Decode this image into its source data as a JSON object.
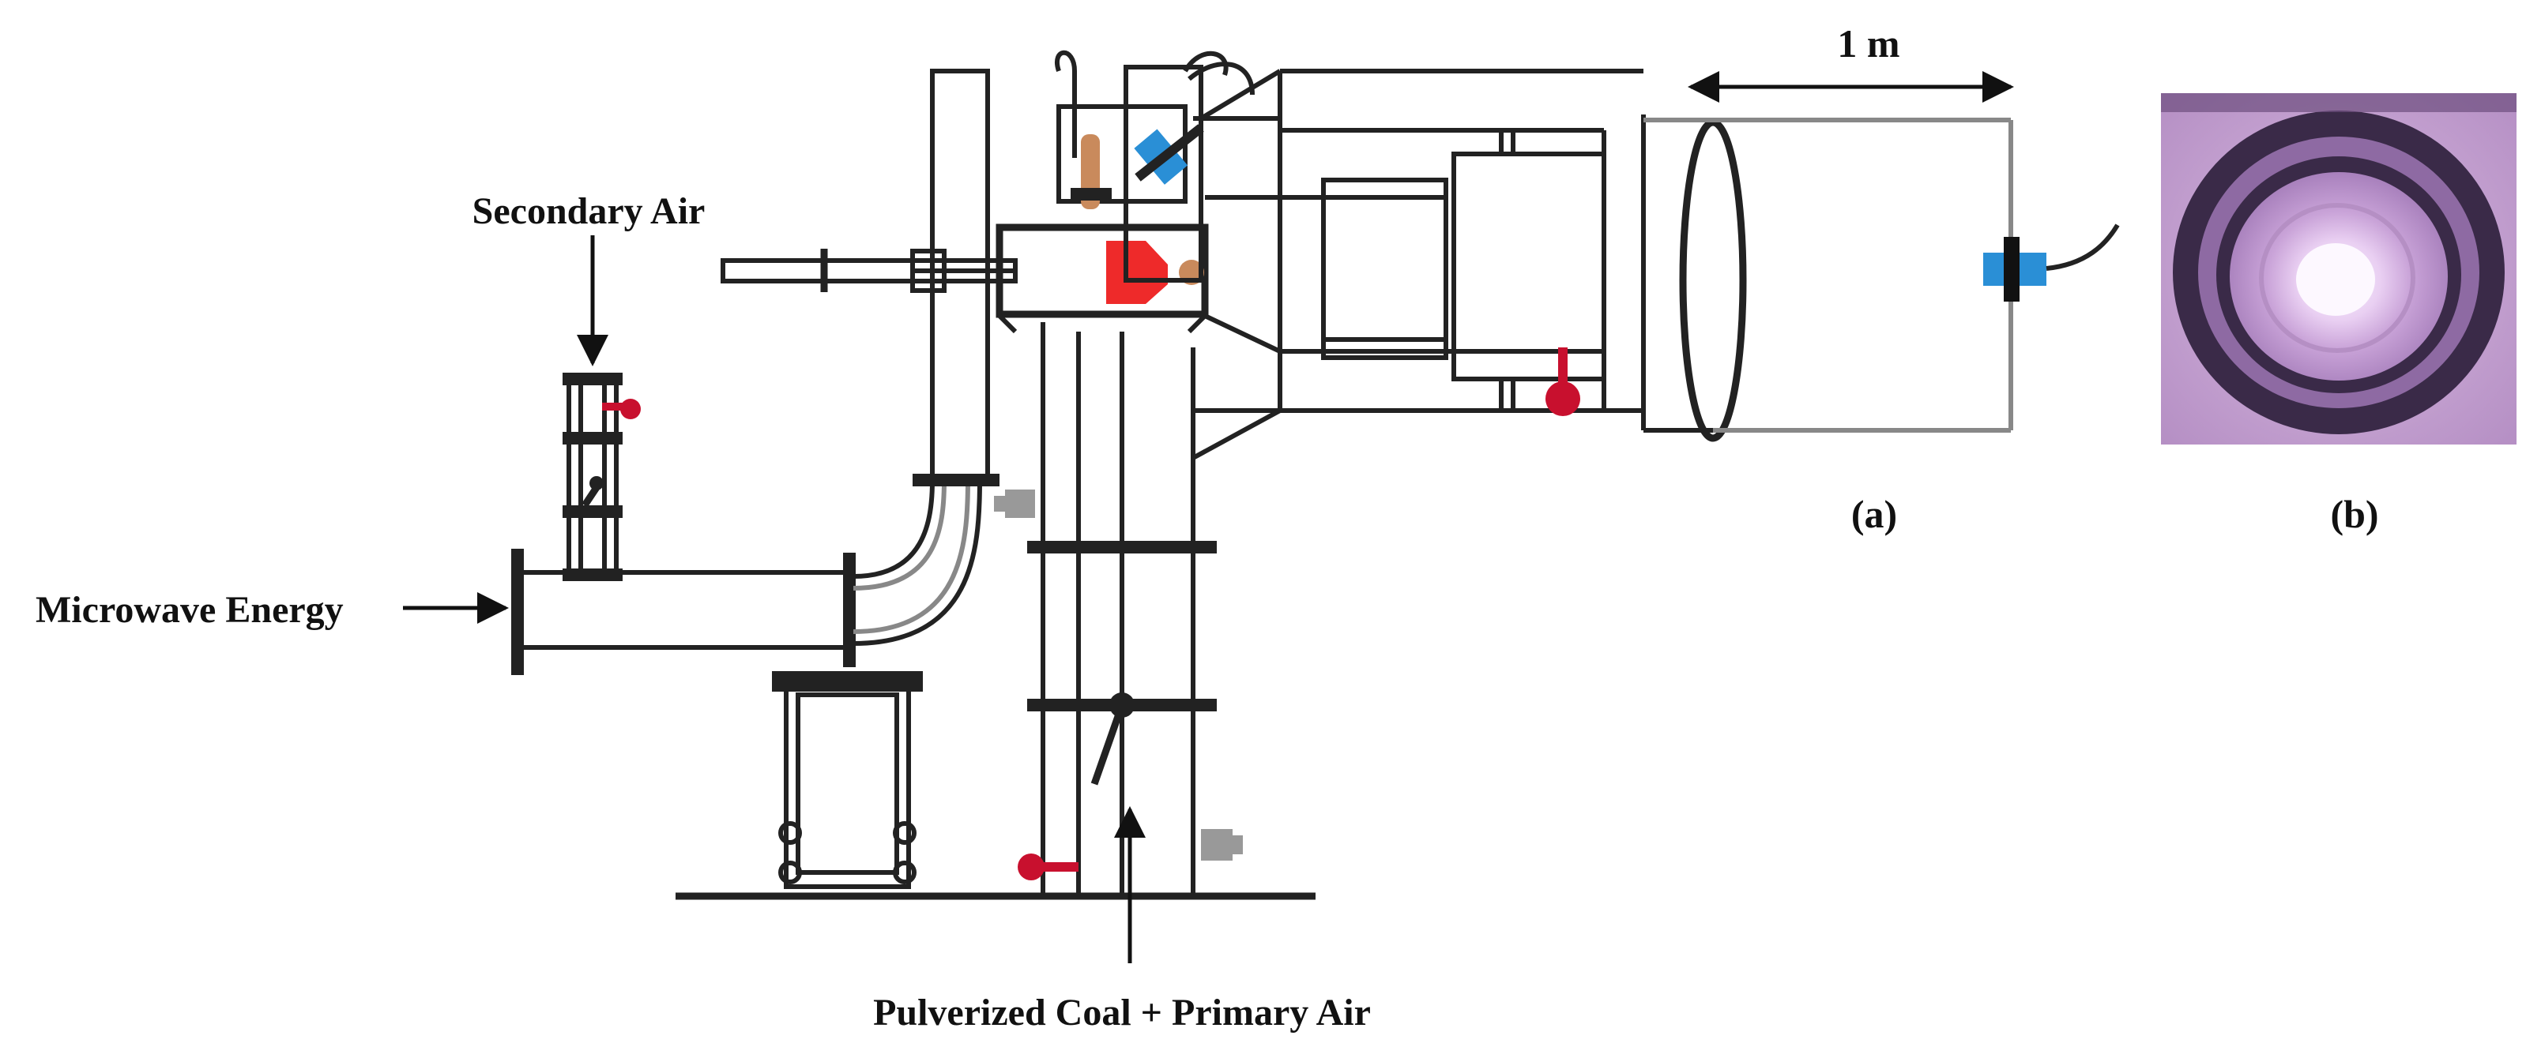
{
  "labels": {
    "secondary_air": "Secondary Air",
    "microwave_energy": "Microwave Energy",
    "coal_primary_air": "Pulverized Coal + Primary Air",
    "dimension": "1 m",
    "panel_a": "(a)",
    "panel_b": "(b)"
  },
  "colors": {
    "line": "#222222",
    "valve_red": "#c8102e",
    "burner_red": "#ee2a2a",
    "probe_brown": "#c98a5c",
    "sensor_blue": "#2a8fd6",
    "port_grey": "#999999",
    "photo_ring_dark": "#3a2a48",
    "photo_glow": "#d9b8e6"
  },
  "icons": {
    "valve": "red-valve-icon",
    "sensor": "blue-sensor-icon",
    "port": "grey-port-icon",
    "damper": "damper-icon"
  }
}
